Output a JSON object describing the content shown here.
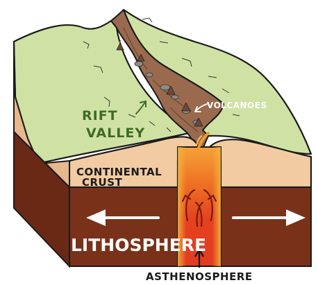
{
  "labels": {
    "rift_valley_line1": "RIFT",
    "rift_valley_line2": "VALLEY",
    "volcanoes": "VOLCANOES",
    "continental_crust_line1": "CONTINENTAL",
    "continental_crust_line2": "CRUST",
    "lithosphere": "LITHOSPHERE",
    "asthenosphere": "ASTHENOSPHERE"
  },
  "colors": {
    "surface_green": "#cfe2a4",
    "crust_tan": "#f2cba2",
    "lithosphere_brown": "#7a3119",
    "rift_floor": "#9a6a4e",
    "magma_red": "#e4421f",
    "magma_orange": "#f39a2b",
    "rift_label_green": "#3f6b23"
  }
}
